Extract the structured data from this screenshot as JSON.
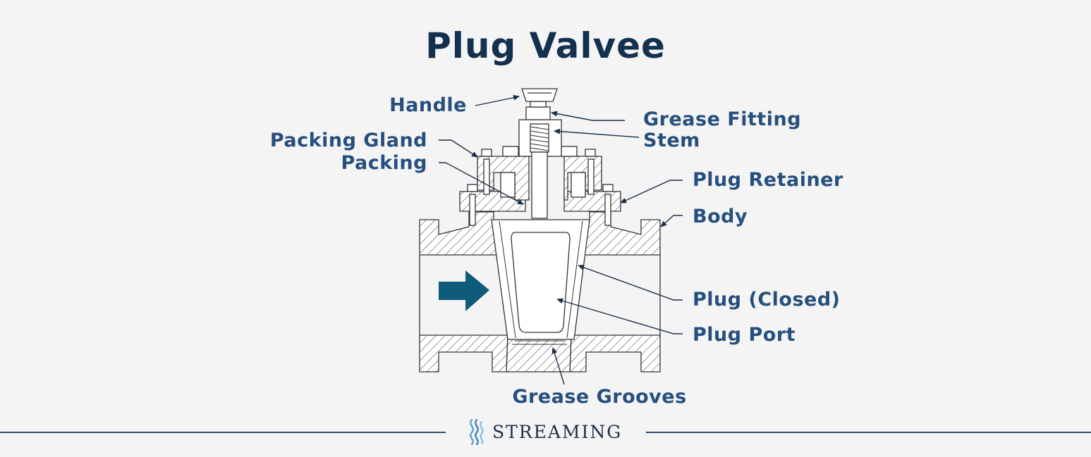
{
  "title": "Plug Valvee",
  "labels": {
    "handle": "Handle",
    "grease_fitting": "Grease Fitting",
    "stem": "Stem",
    "packing_gland": "Packing Gland",
    "packing": "Packing",
    "plug_retainer": "Plug Retainer",
    "body": "Body",
    "plug_closed": "Plug (Closed)",
    "plug_port": "Plug Port",
    "grease_grooves": "Grease Grooves"
  },
  "brand": {
    "name": "STREAMING",
    "logo_icon": "water-waves-icon"
  },
  "colors": {
    "title": "#14304f",
    "label": "#264f7e",
    "flow_arrow": "#0e5b7a",
    "footer_line": "#2f4a6b"
  }
}
